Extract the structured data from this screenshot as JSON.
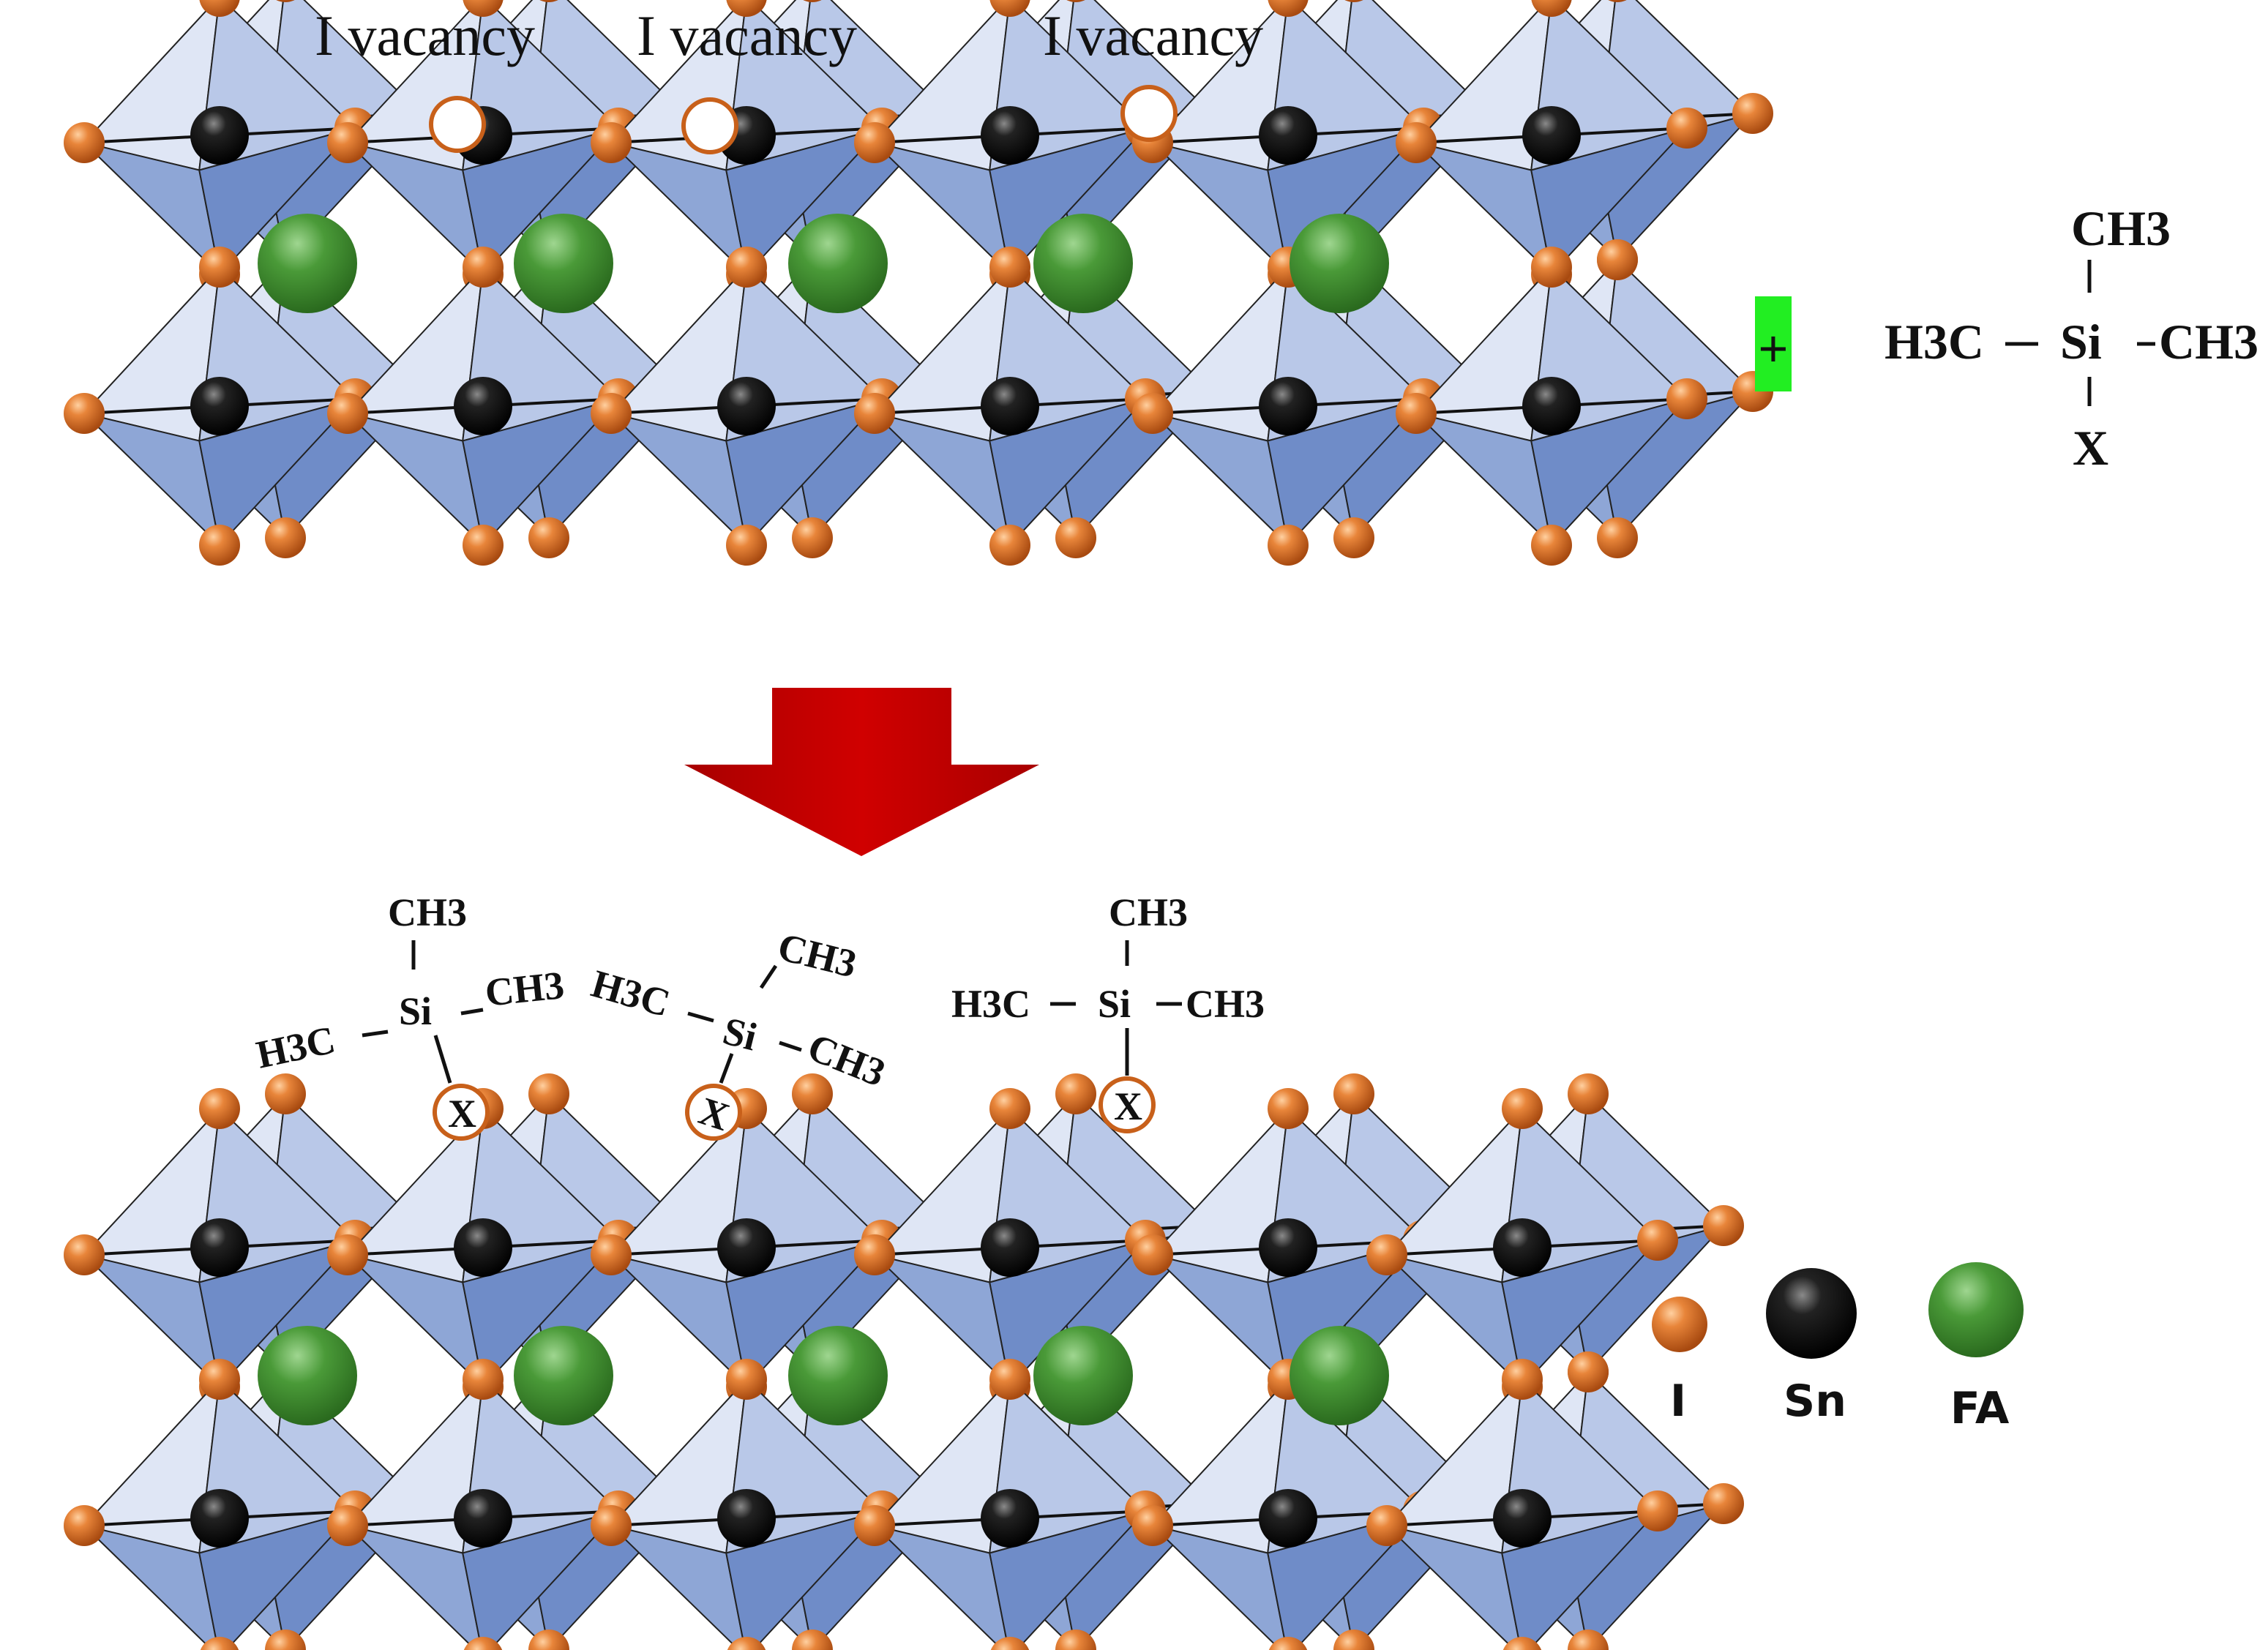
{
  "vacancy_labels": [
    "I vacancy",
    "I vacancy",
    "I vacancy"
  ],
  "plus_sign": "+",
  "reagent": {
    "top": "CH3",
    "left": "H3C",
    "center": "Si",
    "right": "CH3",
    "bottom": "X"
  },
  "bound_groups": [
    {
      "top": "CH3",
      "left": "H3C",
      "center": "Si",
      "right": "CH3",
      "anchor": "X"
    },
    {
      "top": "CH3",
      "left": "H3C",
      "center": "Si",
      "right": "CH3",
      "anchor": "X"
    },
    {
      "top": "CH3",
      "left": "H3C",
      "center": "Si",
      "right": "CH3",
      "anchor": "X"
    }
  ],
  "legend": [
    {
      "label": "I",
      "color": "#d9681f"
    },
    {
      "label": "Sn",
      "color": "#111111"
    },
    {
      "label": "FA",
      "color": "#3c8d2f"
    }
  ],
  "colors": {
    "iodine": "#d9681f",
    "tin": "#111111",
    "formamidinium": "#3c8d2f",
    "octahedron_light": "#c9d5ee",
    "octahedron_dark": "#7e98cf",
    "arrow": "#c00000",
    "plus_highlight": "#22ee22"
  }
}
